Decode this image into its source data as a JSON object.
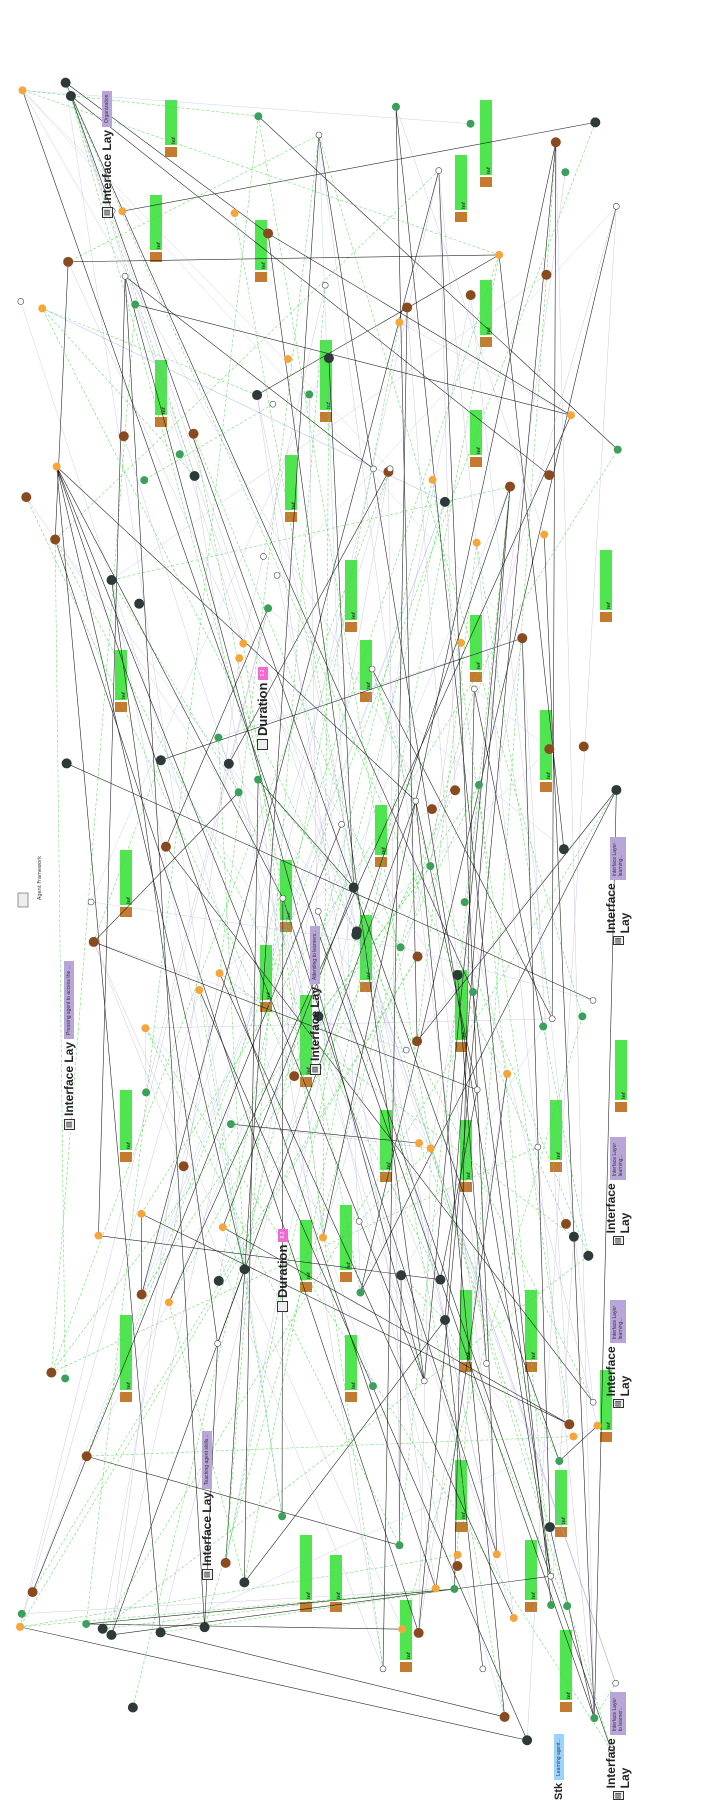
{
  "diagram": {
    "interface_layers": [
      {
        "label": "Interface Lay",
        "tag": "Pressing agent to access the ...",
        "icon": "interface-icon"
      },
      {
        "label": "Interface Lay",
        "tag": "Teaching agent skills...",
        "icon": "interface-icon"
      },
      {
        "label": "Interface Lay",
        "tag": "Attending to learners...",
        "icon": "interface-icon"
      },
      {
        "label": "Interface Lay",
        "tag": "Organization",
        "icon": "interface-icon"
      },
      {
        "label": "Interface Lay",
        "tag": "Interface Layer to learner...",
        "icon": "interface-icon"
      },
      {
        "label": "Interface Lay",
        "tag": "Interface Layer learning...",
        "icon": "interface-icon"
      },
      {
        "label": "Interface Lay",
        "tag": "Interface Layer learning...",
        "icon": "interface-icon"
      },
      {
        "label": "Interface Lay",
        "tag": "Interface Layer learning...",
        "icon": "interface-icon"
      }
    ],
    "durations": [
      {
        "label": "Duration",
        "tag": "1.2"
      },
      {
        "label": "Duration",
        "tag": "8.2"
      }
    ],
    "stk": {
      "label": "Stk",
      "tag": "Learning agent..."
    },
    "inf_label": "Inf",
    "root_label": "Agent Framework",
    "icons": [
      "sun-icon",
      "bear-icon",
      "robot-icon",
      "person-icon",
      "interface-icon"
    ]
  }
}
